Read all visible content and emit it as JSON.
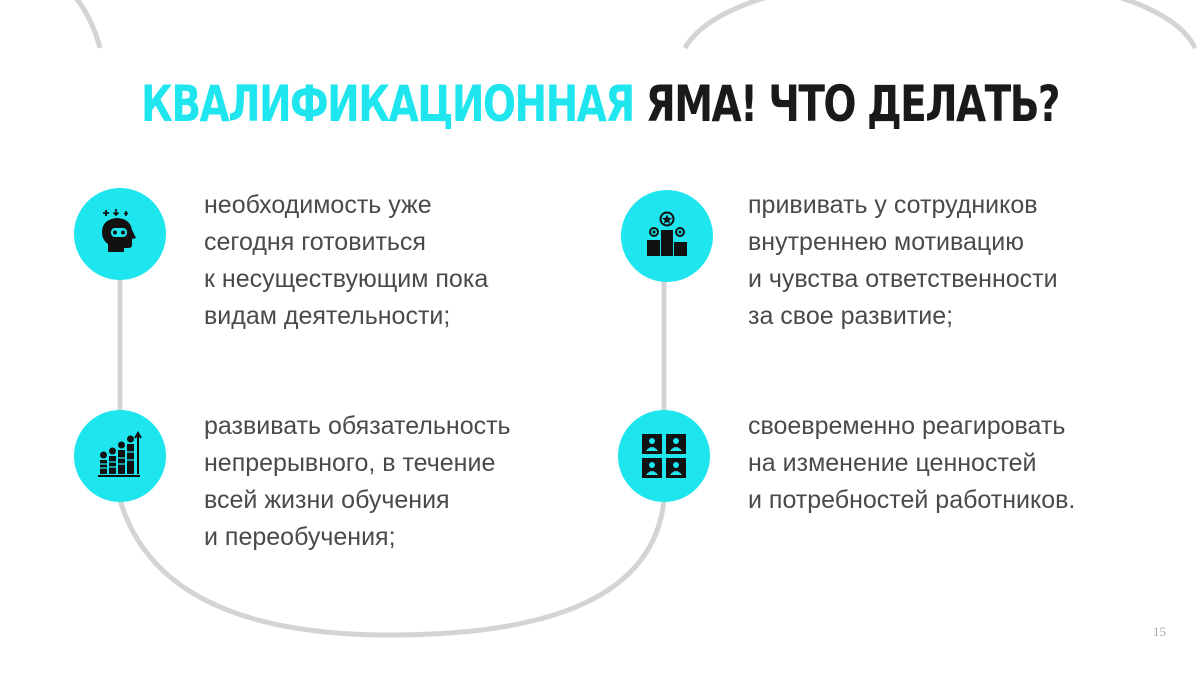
{
  "slide": {
    "title_accent": "КВАЛИФИКАЦИОННАЯ",
    "title_rest": "ЯМА! ЧТО ДЕЛАТЬ?",
    "page_number": "15",
    "colors": {
      "accent": "#1ee5ee",
      "text": "#4a4a4a",
      "title_dark": "#1a1a1a",
      "line": "#d4d4d4"
    }
  },
  "items": [
    {
      "icon": "head-brain-icon",
      "lines": [
        "необходимость уже",
        "сегодня готовиться",
        "к несуществующим пока",
        "видам деятельности;"
      ]
    },
    {
      "icon": "growth-chart-icon",
      "lines": [
        "развивать обязательность",
        "непрерывного, в течение",
        "всей жизни обучения",
        "и переобучения;"
      ]
    },
    {
      "icon": "podium-icon",
      "lines": [
        "прививать у сотрудников",
        "внутреннею мотивацию",
        "и чувства ответственности",
        "за свое развитие;"
      ]
    },
    {
      "icon": "people-grid-icon",
      "lines": [
        "своевременно реагировать",
        "на изменение ценностей",
        "и потребностей работников."
      ]
    }
  ]
}
